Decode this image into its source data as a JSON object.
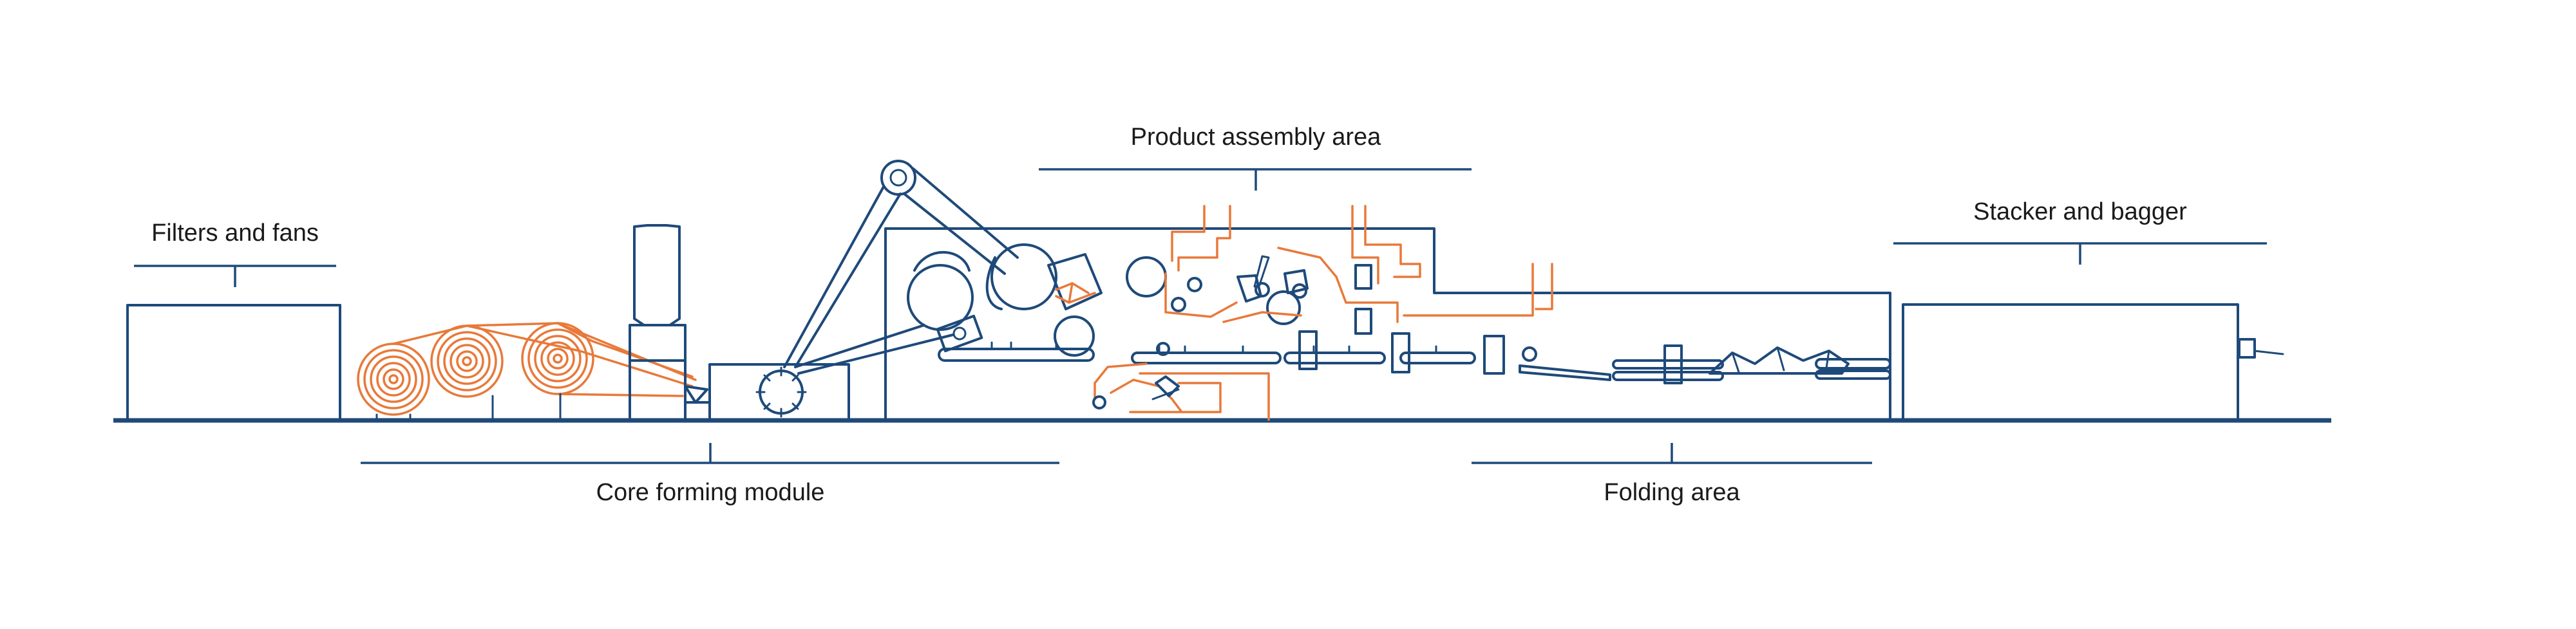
{
  "labels": {
    "filters": "Filters and fans",
    "core": "Core forming module",
    "assembly": "Product assembly area",
    "folding": "Folding area",
    "stacker": "Stacker and bagger"
  },
  "colors": {
    "line": "#1e4a7a",
    "material": "#e8793a",
    "background": "#ffffff"
  }
}
